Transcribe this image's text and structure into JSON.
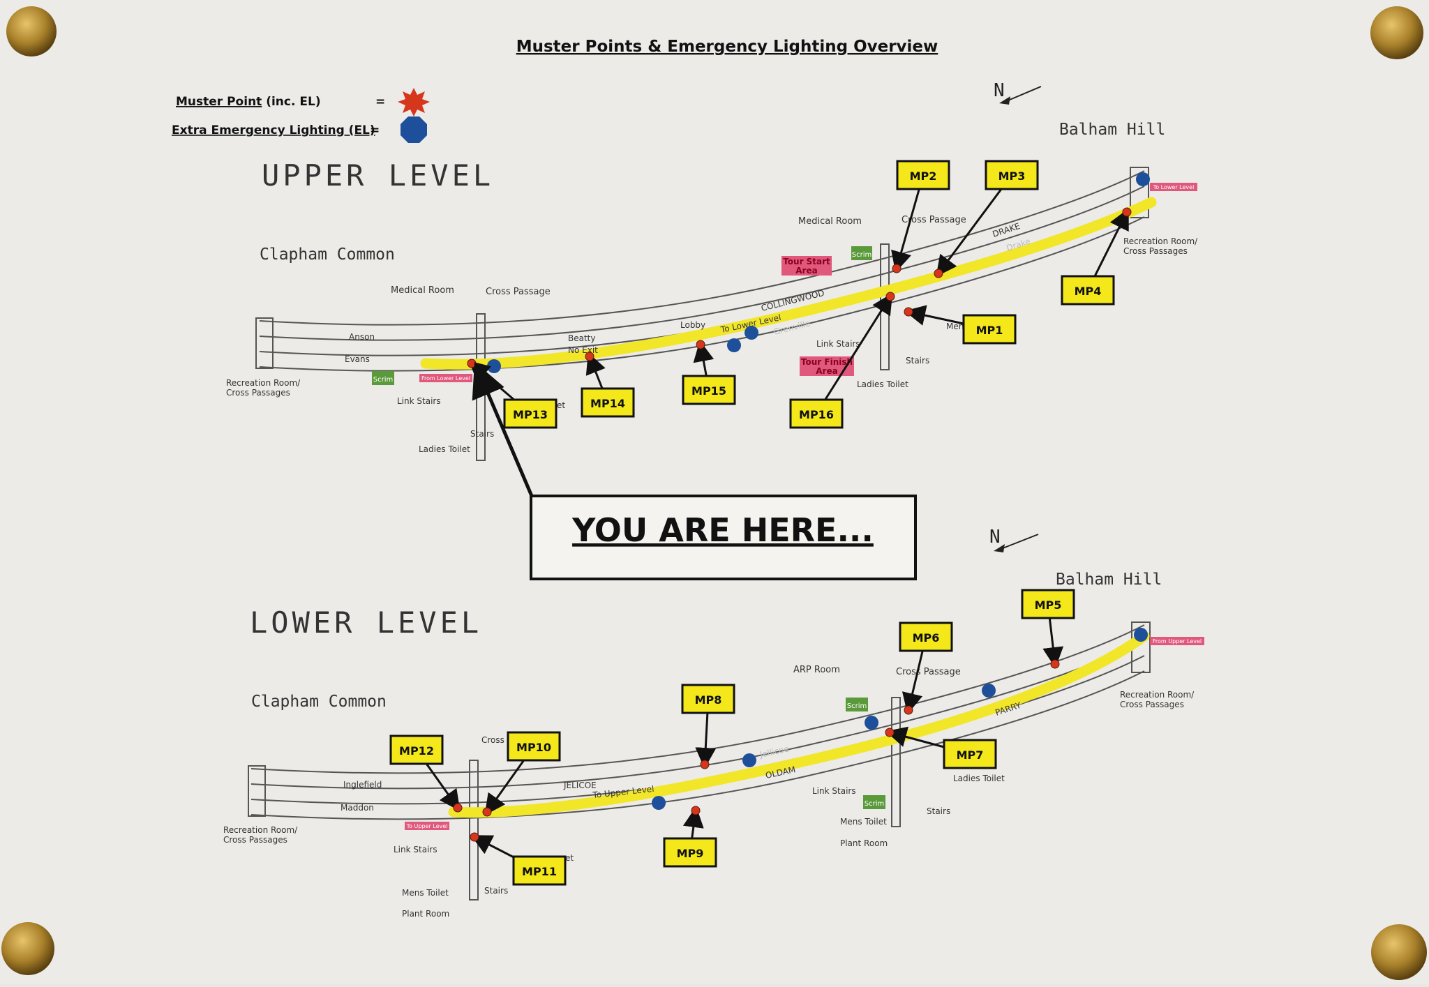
{
  "title": "Muster Points & Emergency Lighting Overview",
  "legend": {
    "muster_prefix": "Muster Point",
    "muster_suffix": " (inc. EL)",
    "extra_el": "Extra Emergency Lighting (EL)",
    "equals": "="
  },
  "colors": {
    "route": "#f2e629",
    "muster": "#d6361c",
    "extra_el": "#1e4f9a",
    "label_box": "#f4e81a",
    "pink": "#e0587c",
    "green": "#5a9a3a"
  },
  "you_are_here": "YOU ARE HERE...",
  "north": "N",
  "upper": {
    "heading": "UPPER LEVEL",
    "left_station": "Clapham Common",
    "right_station": "Balham Hill",
    "tunnels": [
      "Anson",
      "Evans",
      "Beatty",
      "COLLINGWOOD",
      "DRAKE",
      "No Exit",
      "To Lower Level",
      "Lobby",
      "Grenville",
      "Drake"
    ],
    "labels": {
      "medical_left": "Medical Room",
      "cross_left": "Cross Passage",
      "rec_left_1": "Recreation Room/",
      "rec_left_2": "Cross Passages",
      "link_stairs_left": "Link Stairs",
      "stairs_left": "Stairs",
      "ladies_left": "Ladies Toilet",
      "from_lower": "From Lower Level",
      "scrim": "Scrim",
      "medical_right": "Medical Room",
      "cross_right": "Cross Passage",
      "tour_start_1": "Tour Start",
      "tour_start_2": "Area",
      "tour_finish_1": "Tour Finish",
      "tour_finish_2": "Area",
      "link_stairs_right": "Link Stairs",
      "stairs_right": "Stairs",
      "ladies_right": "Ladies Toilet",
      "mens_right": "Mens",
      "rec_right_1": "Recreation Room/",
      "rec_right_2": "Cross Passages",
      "to_lower": "To Lower Level",
      "et": "et"
    },
    "muster_points": [
      "MP1",
      "MP2",
      "MP3",
      "MP4",
      "MP13",
      "MP14",
      "MP15",
      "MP16"
    ]
  },
  "lower": {
    "heading": "LOWER LEVEL",
    "left_station": "Clapham Common",
    "right_station": "Balham Hill",
    "tunnels": [
      "Inglefield",
      "Maddon",
      "JELICOE",
      "To Upper Level",
      "OLDAM",
      "PARRY",
      "Jellicoe"
    ],
    "labels": {
      "cross_left": "Cross",
      "rec_left_1": "Recreation Room/",
      "rec_left_2": "Cross Passages",
      "to_upper": "To Upper Level",
      "link_stairs_left": "Link Stairs",
      "mens_left": "Mens Toilet",
      "stairs_left": "Stairs",
      "plant_left": "Plant Room",
      "et": "et",
      "arp": "ARP Room",
      "cross_right": "Cross Passage",
      "scrim": "Scrim",
      "link_stairs_right": "Link Stairs",
      "stairs_right": "Stairs",
      "mens_right": "Mens Toilet",
      "plant_right": "Plant Room",
      "ladies_right": "Ladies Toilet",
      "from_upper": "From Upper Level",
      "rec_right_1": "Recreation Room/",
      "rec_right_2": "Cross Passages"
    },
    "muster_points": [
      "MP5",
      "MP6",
      "MP7",
      "MP8",
      "MP9",
      "MP10",
      "MP11",
      "MP12"
    ]
  }
}
